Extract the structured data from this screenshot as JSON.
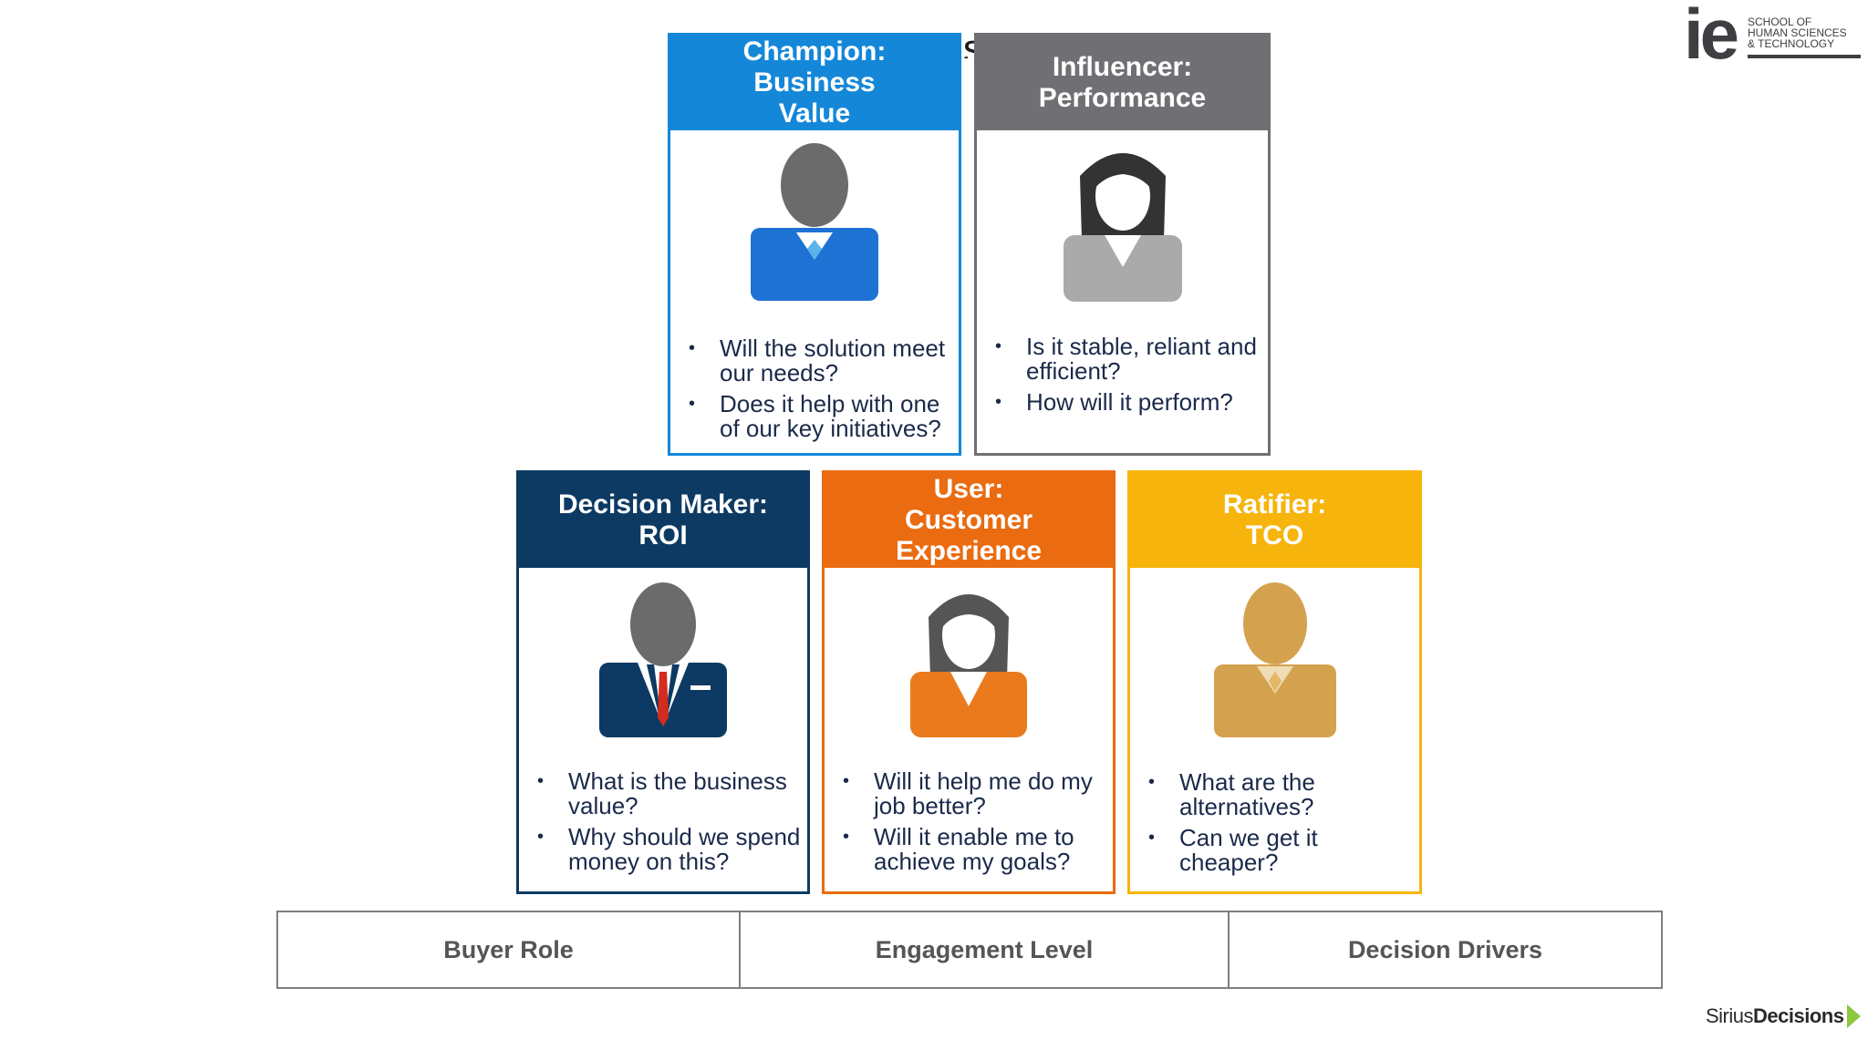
{
  "slide": {
    "title": "Decision Process Attributes"
  },
  "cards": {
    "champion": {
      "title": "Champion:\nBusiness\nValue",
      "color": "#1487d8",
      "avatar_icon": "businessman-icon",
      "bullets": [
        "Will the solution meet our needs?",
        "Does it help with one of our key initiatives?"
      ]
    },
    "influencer": {
      "title": "Influencer:\nPerformance",
      "color": "#707074",
      "avatar_icon": "businesswoman-icon",
      "bullets": [
        "Is it stable, reliant and efficient?",
        "How will it perform?"
      ]
    },
    "decision_maker": {
      "title": "Decision Maker:\nROI",
      "color": "#0d3a62",
      "avatar_icon": "executive-icon",
      "bullets": [
        "What is the business value?",
        "Why should we spend money on this?"
      ]
    },
    "user": {
      "title": "User:\nCustomer\nExperience",
      "color": "#ea6b10",
      "avatar_icon": "businesswoman-icon",
      "bullets": [
        "Will it help me do my job better?",
        "Will it enable me to achieve my goals?"
      ]
    },
    "ratifier": {
      "title": "Ratifier:\nTCO",
      "color": "#f6b40c",
      "avatar_icon": "businessman-icon",
      "bullets": [
        "What are the alternatives?",
        "Can we get it cheaper?"
      ]
    }
  },
  "footer": {
    "columns": [
      "Buyer Role",
      "Engagement Level",
      "Decision Drivers"
    ]
  },
  "logos": {
    "ie": {
      "mark": "ie",
      "text": "SCHOOL OF\nHUMAN SCIENCES\n& TECHNOLOGY"
    },
    "sirius": {
      "text_plain": "Sirius",
      "text_bold": "Decisions"
    }
  }
}
